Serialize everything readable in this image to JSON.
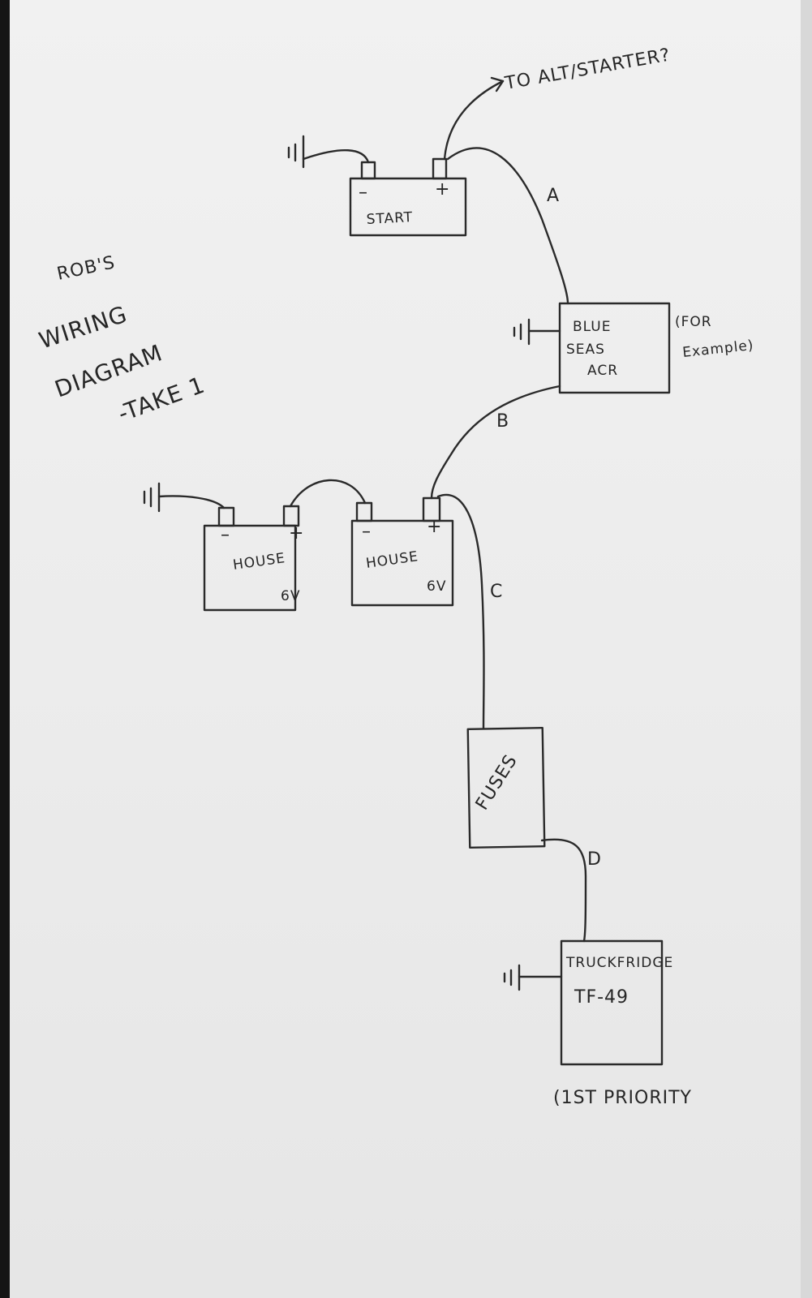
{
  "title": {
    "line1": "ROB'S",
    "line2": "WIRING",
    "line3": "DIAGRAM",
    "line4": "-TAKE 1"
  },
  "components": {
    "start_battery": {
      "label": "START",
      "neg": "–",
      "pos": "+"
    },
    "house_battery_1": {
      "label": "HOUSE",
      "voltage": "6V",
      "neg": "–",
      "pos": "+"
    },
    "house_battery_2": {
      "label": "HOUSE",
      "voltage": "6V",
      "neg": "–",
      "pos": "+"
    },
    "acr": {
      "line1": "BLUE",
      "line2": "SEAS",
      "line3": "ACR",
      "note1": "(FOR",
      "note2": "Example)"
    },
    "fuses": {
      "label": "FUSES"
    },
    "fridge": {
      "line1": "TRUCKFRIDGE",
      "line2": "TF-49",
      "note": "(1ST PRIORITY"
    }
  },
  "annotations": {
    "alt_starter": "TO ALT/STARTER?"
  },
  "wires": {
    "a": "A",
    "b": "B",
    "c": "C",
    "d": "D"
  }
}
